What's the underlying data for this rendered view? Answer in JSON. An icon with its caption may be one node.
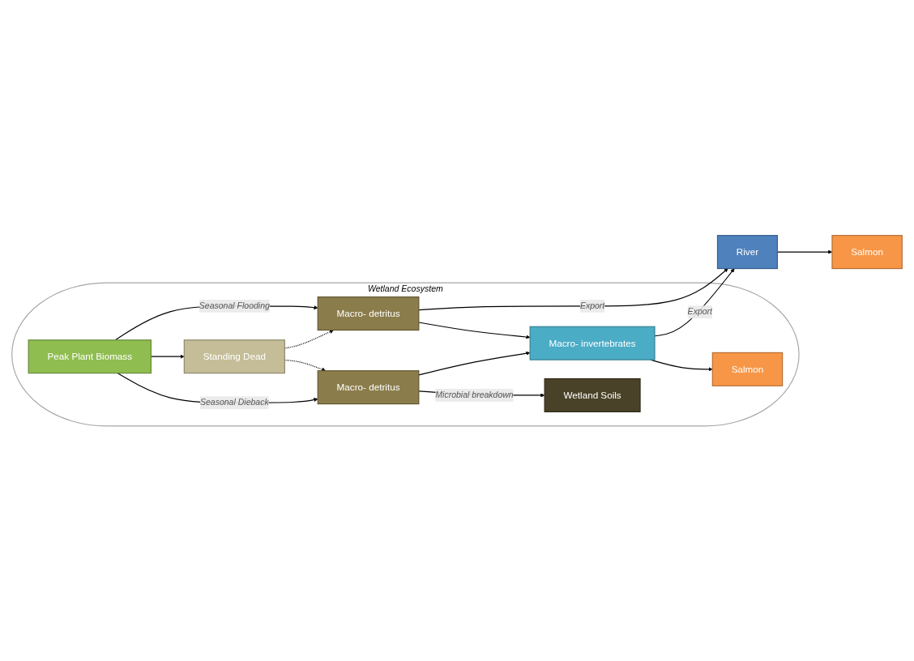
{
  "diagram": {
    "nodes": [
      {
        "text": [
          "Wetland Ecosystem"
        ]
      },
      {
        "text": [
          "River"
        ]
      },
      {
        "text": [
          "Salmon"
        ]
      },
      {
        "text": [
          "Macro- detritus"
        ],
        "in": 0
      },
      {
        "text": [
          "Peak Plant Biomass"
        ],
        "in": 0
      },
      {
        "text": [
          "Standing Dead"
        ],
        "in": 0
      },
      {
        "text": [
          "Macro- invertebrates"
        ],
        "in": 0
      },
      {
        "text": [
          "Salmon"
        ],
        "in": 0
      },
      {
        "text": [
          "Macro- detritus"
        ],
        "in": 0
      },
      {
        "text": [
          "Wetland Soils"
        ],
        "in": 0
      }
    ],
    "edges": [
      {
        "from": 4,
        "to": 3,
        "arrow": "to",
        "label": "Seasonal Flooding"
      },
      {
        "from": 4,
        "to": 5,
        "arrow": "to"
      },
      {
        "from": 4,
        "to": 8,
        "arrow": "to",
        "label": "Seasonal Dieback"
      },
      {
        "from": 5,
        "to": 3,
        "arrow": "to",
        "style": "dashed"
      },
      {
        "from": 5,
        "to": 8,
        "arrow": "to",
        "style": "dashed"
      },
      {
        "from": 3,
        "to": 1,
        "arrow": "to",
        "label": "Export"
      },
      {
        "from": 3,
        "to": 6,
        "arrow": "to"
      },
      {
        "from": 8,
        "to": 6,
        "arrow": "to"
      },
      {
        "from": 8,
        "to": 9,
        "arrow": "to",
        "label": "Microbial breakdown"
      },
      {
        "from": 6,
        "to": 1,
        "arrow": "to",
        "label": "Export"
      },
      {
        "from": 6,
        "to": 7,
        "arrow": "to"
      },
      {
        "from": 1,
        "to": 2,
        "arrow": "to"
      }
    ]
  }
}
